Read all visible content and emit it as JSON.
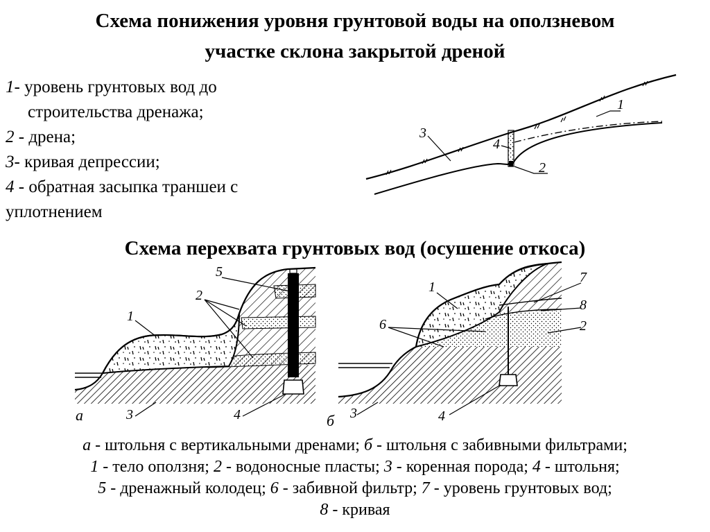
{
  "title": {
    "line1": "Схема понижения уровня грунтовой воды на оползневом",
    "line2": "участке склона  закрытой дреной"
  },
  "legend_top": [
    {
      "num": "1",
      "sep": "- ",
      "text": "уровень грунтовых вод до"
    },
    {
      "num": "",
      "sep": "",
      "text": "строительства дренажа;"
    },
    {
      "num": "2",
      "sep": " - ",
      "text": "дрена;"
    },
    {
      "num": "3",
      "sep": "- ",
      "text": "кривая депрессии;"
    },
    {
      "num": "4",
      "sep": " - ",
      "text": "обратная засыпка траншеи с"
    },
    {
      "num": "",
      "sep": "",
      "text": "уплотнением"
    }
  ],
  "subtitle": "Схема перехвата грунтовых вод (осушение откоса)",
  "diagram1_labels": [
    "1",
    "2",
    "3",
    "4"
  ],
  "diagram_a_labels": [
    "1",
    "2",
    "3",
    "4",
    "5"
  ],
  "diagram_a_letter": "а",
  "diagram_b_labels": [
    "1",
    "2",
    "3",
    "4",
    "6",
    "7",
    "8"
  ],
  "diagram_b_letter": "б",
  "caption": {
    "line1": [
      {
        "num": "а",
        "text": " - штольня с вертикальными дренами; "
      },
      {
        "num": "б",
        "text": " - штольня с забивными фильтрами;"
      }
    ],
    "line2": [
      {
        "num": "1",
        "text": " - тело оползня; "
      },
      {
        "num": "2",
        "text": " - водоносные пласты; "
      },
      {
        "num": "3",
        "text": " - коренная порода; "
      },
      {
        "num": "4",
        "text": " - штольня;"
      }
    ],
    "line3": [
      {
        "num": "5",
        "text": " - дренажный колодец; "
      },
      {
        "num": "6",
        "text": " - забивной фильтр; "
      },
      {
        "num": "7",
        "text": " - уровень грунтовых вод;"
      }
    ],
    "line4": [
      {
        "num": "8",
        "text": " - кривая"
      }
    ]
  }
}
